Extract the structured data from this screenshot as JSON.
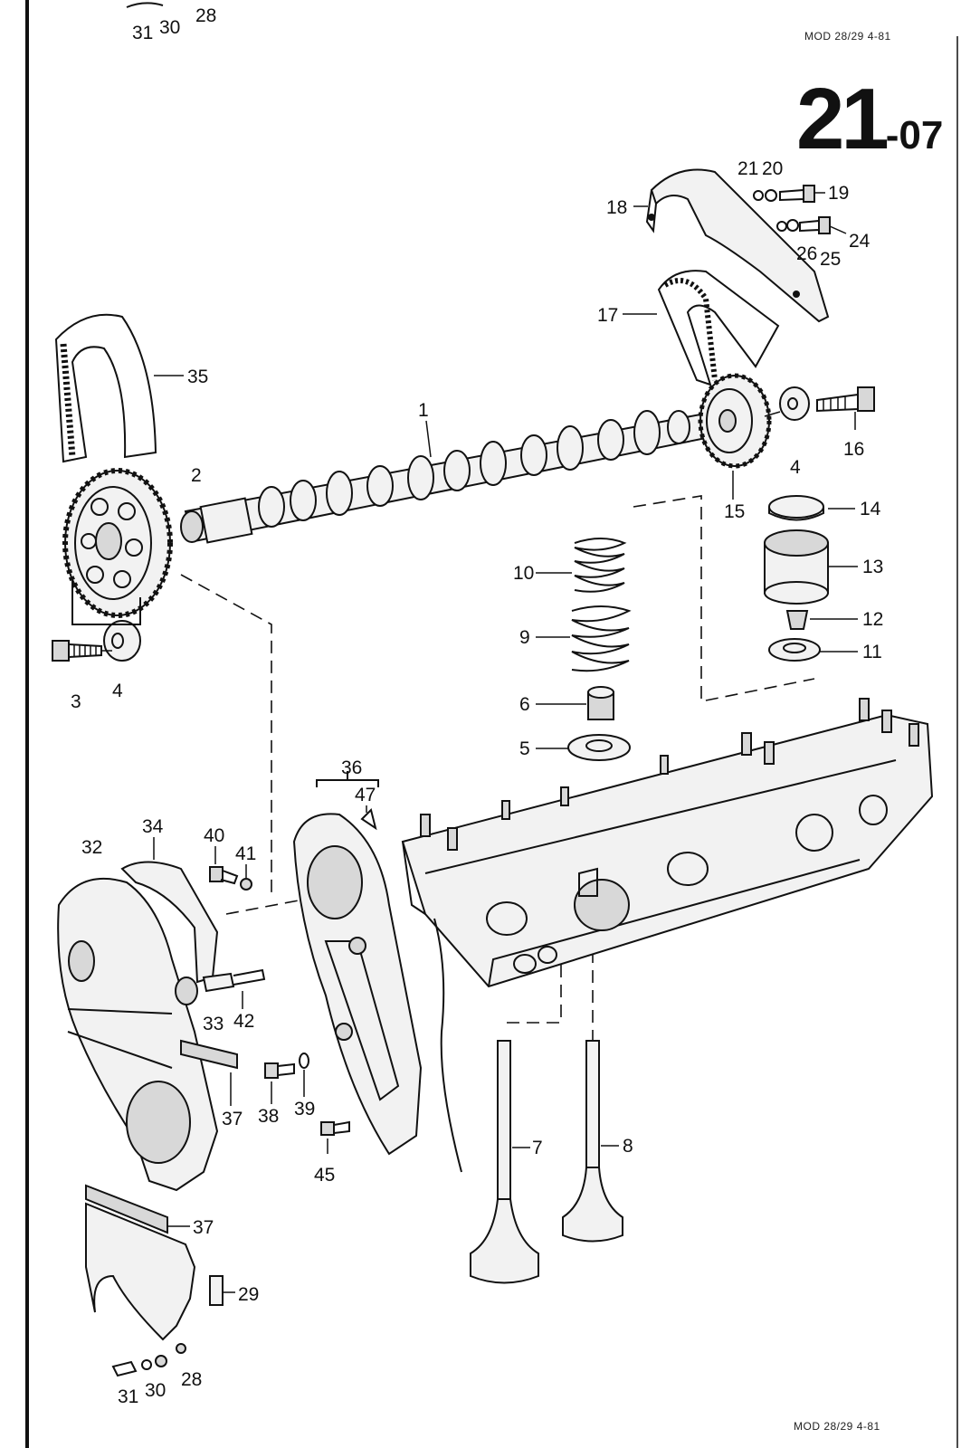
{
  "header": {
    "model_top": "MOD 28/29  4-81",
    "model_bottom": "MOD 28/29  4-81",
    "section_main": "21",
    "section_sub": "-07"
  },
  "callouts": [
    {
      "id": "c1",
      "text": "1"
    },
    {
      "id": "c2",
      "text": "2"
    },
    {
      "id": "c3",
      "text": "3"
    },
    {
      "id": "c4a",
      "text": "4"
    },
    {
      "id": "c4b",
      "text": "4"
    },
    {
      "id": "c5",
      "text": "5"
    },
    {
      "id": "c6",
      "text": "6"
    },
    {
      "id": "c7",
      "text": "7"
    },
    {
      "id": "c8",
      "text": "8"
    },
    {
      "id": "c9",
      "text": "9"
    },
    {
      "id": "c10",
      "text": "10"
    },
    {
      "id": "c11",
      "text": "11"
    },
    {
      "id": "c12",
      "text": "12"
    },
    {
      "id": "c13",
      "text": "13"
    },
    {
      "id": "c14",
      "text": "14"
    },
    {
      "id": "c15",
      "text": "15"
    },
    {
      "id": "c16",
      "text": "16"
    },
    {
      "id": "c17",
      "text": "17"
    },
    {
      "id": "c18",
      "text": "18"
    },
    {
      "id": "c19",
      "text": "19"
    },
    {
      "id": "c20",
      "text": "20"
    },
    {
      "id": "c21",
      "text": "21"
    },
    {
      "id": "c24",
      "text": "24"
    },
    {
      "id": "c25",
      "text": "25"
    },
    {
      "id": "c26",
      "text": "26"
    },
    {
      "id": "c28a",
      "text": "28"
    },
    {
      "id": "c28b",
      "text": "28"
    },
    {
      "id": "c29",
      "text": "29"
    },
    {
      "id": "c30a",
      "text": "30"
    },
    {
      "id": "c30b",
      "text": "30"
    },
    {
      "id": "c31a",
      "text": "31"
    },
    {
      "id": "c31b",
      "text": "31"
    },
    {
      "id": "c32",
      "text": "32"
    },
    {
      "id": "c33",
      "text": "33"
    },
    {
      "id": "c34",
      "text": "34"
    },
    {
      "id": "c35",
      "text": "35"
    },
    {
      "id": "c36",
      "text": "36"
    },
    {
      "id": "c37a",
      "text": "37"
    },
    {
      "id": "c37b",
      "text": "37"
    },
    {
      "id": "c38",
      "text": "38"
    },
    {
      "id": "c39",
      "text": "39"
    },
    {
      "id": "c40",
      "text": "40"
    },
    {
      "id": "c41",
      "text": "41"
    },
    {
      "id": "c42",
      "text": "42"
    },
    {
      "id": "c45",
      "text": "45"
    },
    {
      "id": "c47",
      "text": "47"
    }
  ]
}
